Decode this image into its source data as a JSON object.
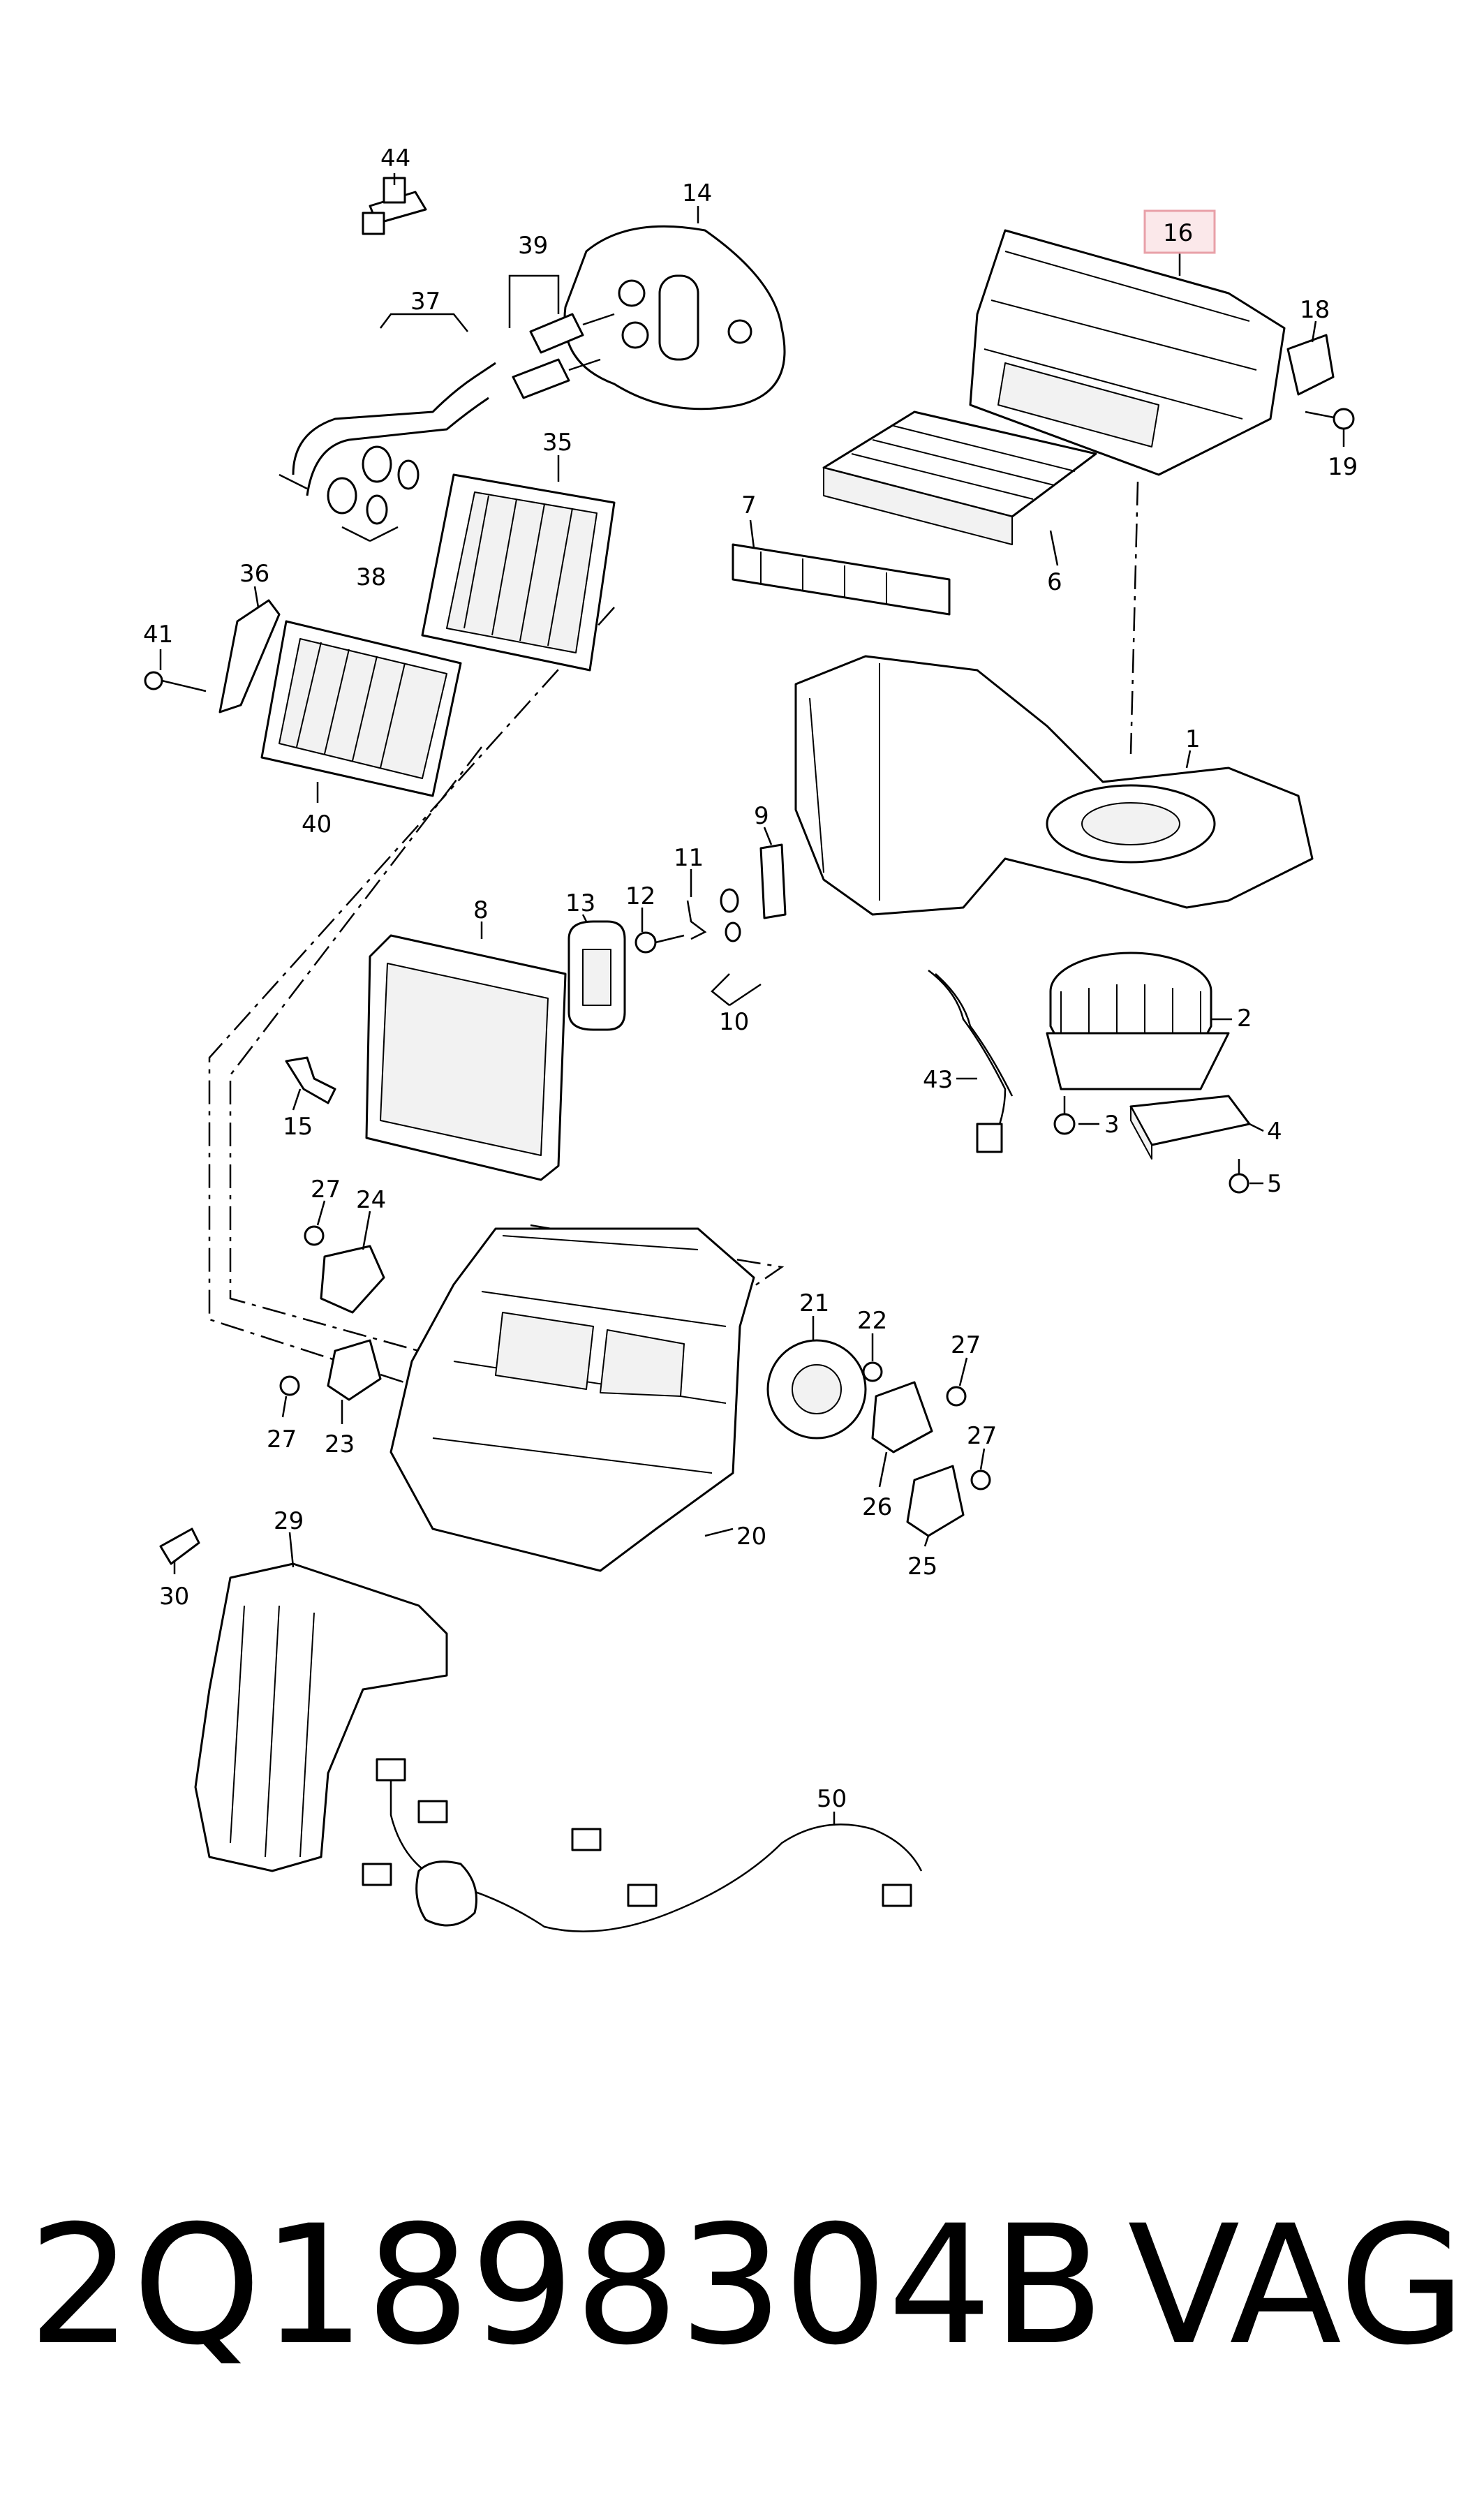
{
  "diagram": {
    "callouts": [
      "1",
      "2",
      "3",
      "4",
      "5",
      "6",
      "7",
      "8",
      "9",
      "10",
      "11",
      "12",
      "13",
      "14",
      "15",
      "16",
      "18",
      "19",
      "20",
      "21",
      "22",
      "23",
      "24",
      "25",
      "26",
      "27",
      "27",
      "27",
      "27",
      "29",
      "30",
      "35",
      "36",
      "37",
      "38",
      "39",
      "40",
      "41",
      "43",
      "44",
      "50"
    ],
    "highlighted_callout": "16",
    "highlight_color": "#e8a0a8",
    "highlight_fill": "#fbe8ea"
  },
  "footer": {
    "part_number": "2Q1898304B",
    "brand": "VAG"
  }
}
